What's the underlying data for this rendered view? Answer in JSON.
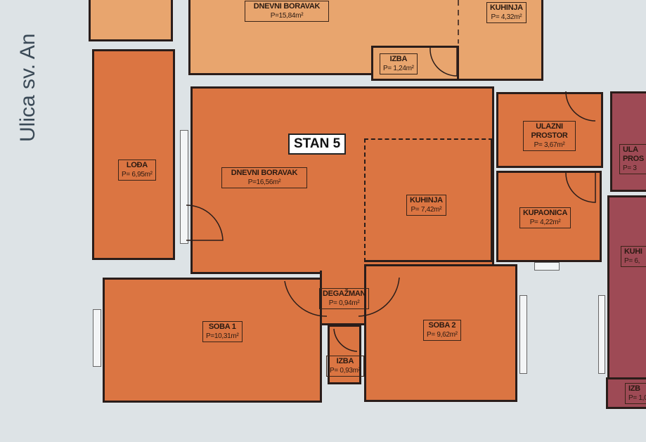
{
  "street": "Ulica sv. An",
  "apartment_title": "STAN 5",
  "rooms": {
    "top_dnevni": {
      "name": "DNEVNI BORAVAK",
      "area": "P=15,84m²"
    },
    "top_kuhinja": {
      "name": "KUHINJA",
      "area": "P= 4,32m²"
    },
    "top_izba": {
      "name": "IZBA",
      "area": "P= 1,24m²"
    },
    "loda": {
      "name": "LOĐA",
      "area": "P= 6,95m²"
    },
    "dnevni": {
      "name": "DNEVNI BORAVAK",
      "area": "P=16,56m²"
    },
    "kuhinja": {
      "name": "KUHINJA",
      "area": "P= 7,42m²"
    },
    "ulazni": {
      "name": "ULAZNI PROSTOR",
      "area": "P= 3,67m²"
    },
    "kupaonica": {
      "name": "KUPAONICA",
      "area": "P= 4,22m²"
    },
    "degazman": {
      "name": "DEGAŽMAN",
      "area": "P= 0,94m²"
    },
    "soba1": {
      "name": "SOBA 1",
      "area": "P=10,31m²"
    },
    "soba2": {
      "name": "SOBA 2",
      "area": "P= 9,62m²"
    },
    "izba": {
      "name": "IZBA",
      "area": "P= 0,93m²"
    },
    "right_ulazni": {
      "name": "ULA PROS",
      "area": "P= 3"
    },
    "right_kuhinja": {
      "name": "KUHI",
      "area": "P= 6,"
    },
    "right_izba": {
      "name": "IZB",
      "area": "P= 1,0"
    }
  },
  "colors": {
    "paper": "#dde3e6",
    "upper_floor": "#e8a56e",
    "stan5": "#db7542",
    "neighbor": "#9e4a55"
  }
}
